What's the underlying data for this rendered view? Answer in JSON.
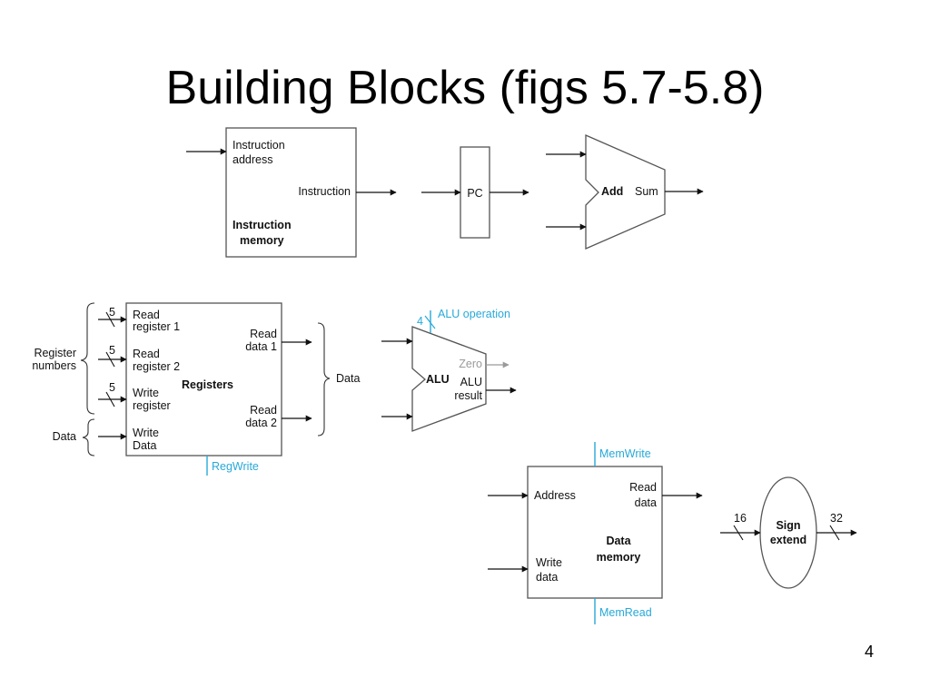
{
  "slide": {
    "title": "Building Blocks (figs 5.7-5.8)",
    "page_number": "4"
  },
  "instruction_memory": {
    "input_label_line1": "Instruction",
    "input_label_line2": "address",
    "output_label": "Instruction",
    "name_line1": "Instruction",
    "name_line2": "memory"
  },
  "pc": {
    "label": "PC"
  },
  "adder": {
    "name": "Add",
    "output_label": "Sum"
  },
  "registers": {
    "name": "Registers",
    "read_register_1": [
      "Read",
      "register 1"
    ],
    "read_register_2": [
      "Read",
      "register 2"
    ],
    "write_register": [
      "Write",
      "register"
    ],
    "write_data": [
      "Write",
      "Data"
    ],
    "read_data_1": [
      "Read",
      "data 1"
    ],
    "read_data_2": [
      "Read",
      "data 2"
    ],
    "bus_width_1": "5",
    "bus_width_2": "5",
    "bus_width_3": "5",
    "control": "RegWrite",
    "group_register_numbers": [
      "Register",
      "numbers"
    ],
    "group_input_data": "Data",
    "group_output_data": "Data"
  },
  "alu": {
    "name": "ALU",
    "control": "ALU operation",
    "control_width": "4",
    "zero_output": "Zero",
    "result_output": [
      "ALU",
      "result"
    ]
  },
  "data_memory": {
    "name_line1": "Data",
    "name_line2": "memory",
    "address": "Address",
    "write_data": [
      "Write",
      "data"
    ],
    "read_data": [
      "Read",
      "data"
    ],
    "control_write": "MemWrite",
    "control_read": "MemRead"
  },
  "sign_extend": {
    "name_line1": "Sign",
    "name_line2": "extend",
    "input_width": "16",
    "output_width": "32"
  },
  "colors": {
    "control_signal": "#27a9d8",
    "zero_output": "#9a9a9a",
    "block_outline": "#555555"
  }
}
